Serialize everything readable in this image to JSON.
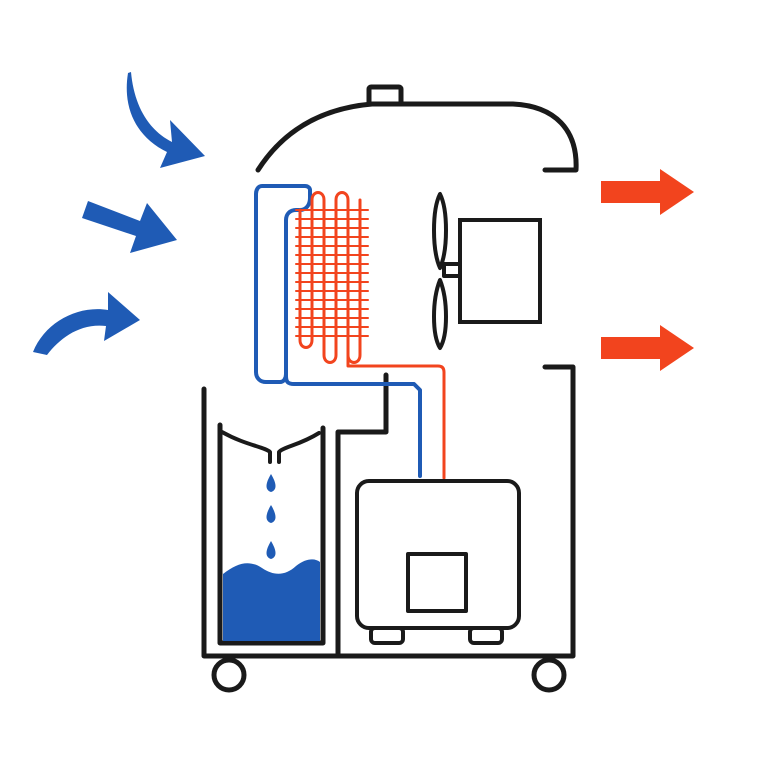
{
  "diagram": {
    "colors": {
      "outline": "#1a1a1a",
      "cold": "#1f5bb5",
      "hot": "#f2441e",
      "water": "#1f5bb5",
      "background": "#ffffff"
    },
    "parts": [
      {
        "id": "intake-air-arrows",
        "icon": "curved-arrow-icon",
        "count": 3,
        "color": "cold"
      },
      {
        "id": "exhaust-air-arrows",
        "icon": "arrow-right-icon",
        "count": 2,
        "color": "hot"
      },
      {
        "id": "evaporator-coil",
        "icon": "coil-icon",
        "color": "cold"
      },
      {
        "id": "condenser-coil",
        "icon": "coil-fins-icon",
        "color": "hot"
      },
      {
        "id": "fan",
        "icon": "fan-icon"
      },
      {
        "id": "fan-motor",
        "icon": "motor-icon"
      },
      {
        "id": "compressor",
        "icon": "compressor-icon"
      },
      {
        "id": "drip-funnel",
        "icon": "funnel-icon"
      },
      {
        "id": "water-drops",
        "icon": "droplet-icon",
        "count": 3,
        "color": "water"
      },
      {
        "id": "water-tank",
        "icon": "tank-icon",
        "color": "water"
      },
      {
        "id": "wheels",
        "icon": "wheel-icon",
        "count": 2
      }
    ]
  }
}
